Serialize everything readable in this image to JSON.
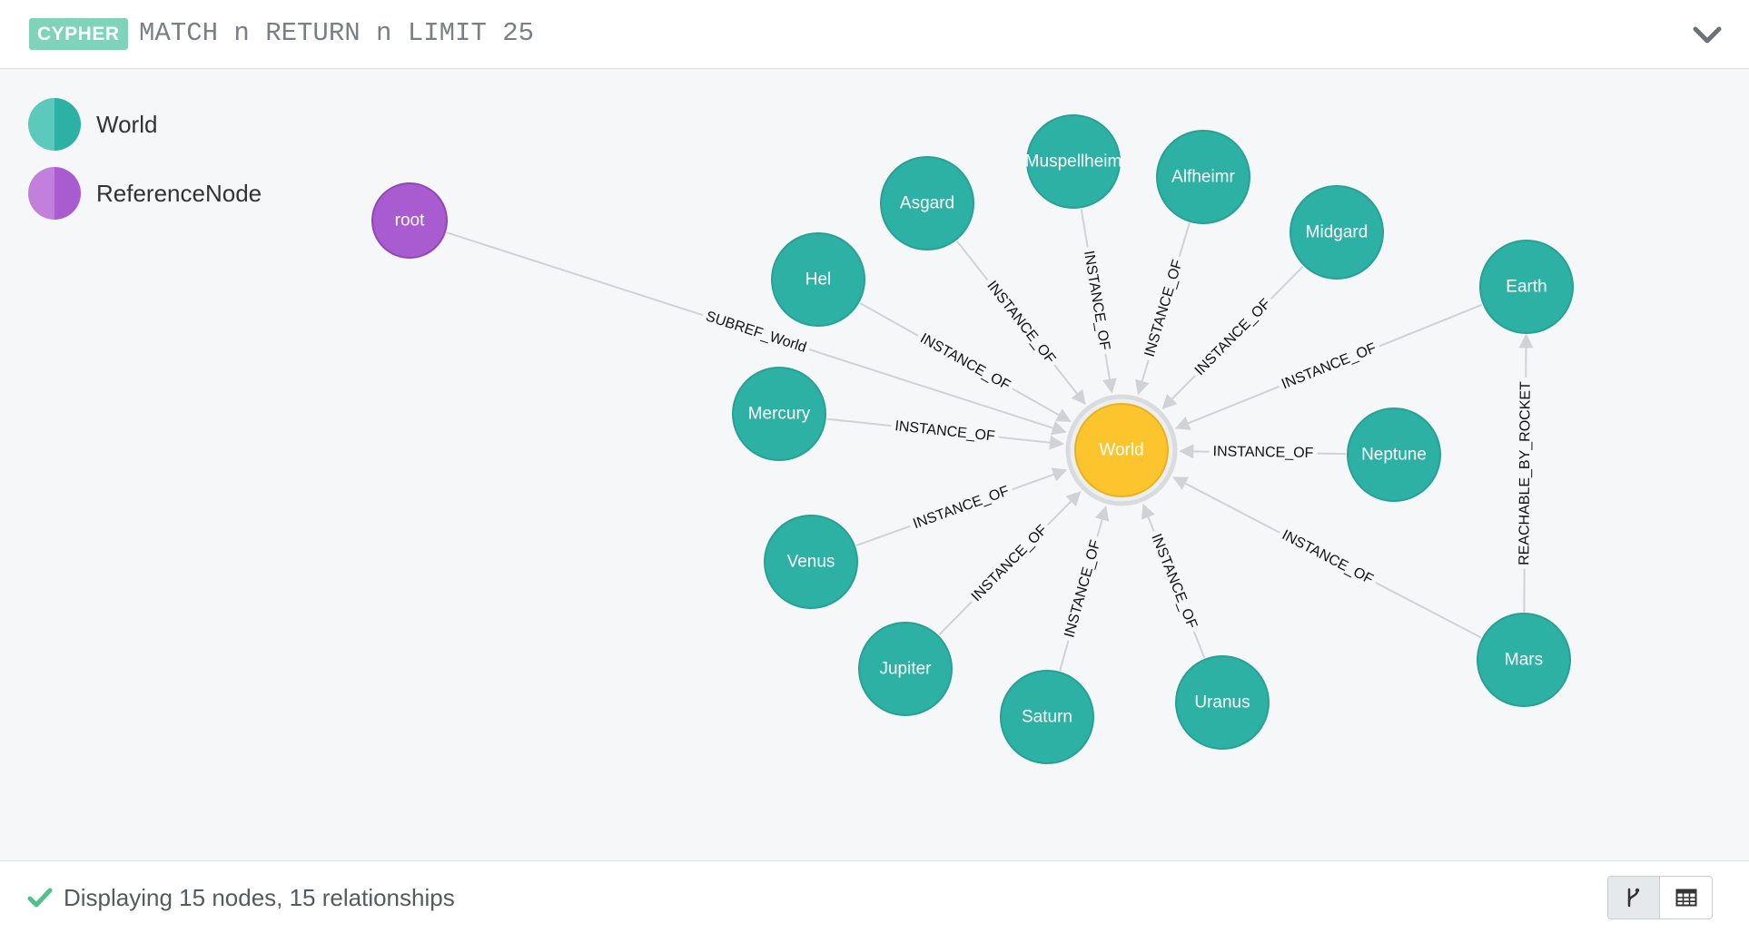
{
  "header": {
    "badge": "CYPHER",
    "query": "MATCH n RETURN n LIMIT 25",
    "collapse_icon": "chevron-down-icon"
  },
  "legend": {
    "items": [
      {
        "label": "World",
        "color_light": "#5cc9bd",
        "color_dark": "#2eb1a5"
      },
      {
        "label": "ReferenceNode",
        "color_light": "#c27fdb",
        "color_dark": "#a95bd0"
      }
    ]
  },
  "colors": {
    "world_node": "#2eb1a5",
    "world_node_stroke": "#28a095",
    "reference_node": "#a95bd0",
    "reference_node_stroke": "#9247b9",
    "selected_node": "#fcc52d",
    "selected_ring": "#d9dcdf",
    "edge": "#cfd3d6",
    "accent_check": "#52c08c"
  },
  "graph": {
    "nodes": [
      {
        "id": "root",
        "label": "root",
        "type": "ReferenceNode"
      },
      {
        "id": "world",
        "label": "World",
        "type": "World",
        "selected": true
      },
      {
        "id": "muspellheim",
        "label": "Muspellheim",
        "type": "World"
      },
      {
        "id": "alfheimr",
        "label": "Alfheimr",
        "type": "World"
      },
      {
        "id": "asgard",
        "label": "Asgard",
        "type": "World"
      },
      {
        "id": "midgard",
        "label": "Midgard",
        "type": "World"
      },
      {
        "id": "hel",
        "label": "Hel",
        "type": "World"
      },
      {
        "id": "earth",
        "label": "Earth",
        "type": "World"
      },
      {
        "id": "mercury",
        "label": "Mercury",
        "type": "World"
      },
      {
        "id": "neptune",
        "label": "Neptune",
        "type": "World"
      },
      {
        "id": "venus",
        "label": "Venus",
        "type": "World"
      },
      {
        "id": "jupiter",
        "label": "Jupiter",
        "type": "World"
      },
      {
        "id": "saturn",
        "label": "Saturn",
        "type": "World"
      },
      {
        "id": "uranus",
        "label": "Uranus",
        "type": "World"
      },
      {
        "id": "mars",
        "label": "Mars",
        "type": "World"
      }
    ],
    "relationships": [
      {
        "from": "root",
        "to": "world",
        "type": "SUBREF_World"
      },
      {
        "from": "asgard",
        "to": "world",
        "type": "INSTANCE_OF"
      },
      {
        "from": "muspellheim",
        "to": "world",
        "type": "INSTANCE_OF"
      },
      {
        "from": "alfheimr",
        "to": "world",
        "type": "INSTANCE_OF"
      },
      {
        "from": "midgard",
        "to": "world",
        "type": "INSTANCE_OF"
      },
      {
        "from": "hel",
        "to": "world",
        "type": "INSTANCE_OF"
      },
      {
        "from": "earth",
        "to": "world",
        "type": "INSTANCE_OF"
      },
      {
        "from": "mercury",
        "to": "world",
        "type": "INSTANCE_OF"
      },
      {
        "from": "neptune",
        "to": "world",
        "type": "INSTANCE_OF"
      },
      {
        "from": "venus",
        "to": "world",
        "type": "INSTANCE_OF"
      },
      {
        "from": "jupiter",
        "to": "world",
        "type": "INSTANCE_OF"
      },
      {
        "from": "saturn",
        "to": "world",
        "type": "INSTANCE_OF"
      },
      {
        "from": "uranus",
        "to": "world",
        "type": "INSTANCE_OF"
      },
      {
        "from": "mars",
        "to": "world",
        "type": "INSTANCE_OF"
      },
      {
        "from": "mars",
        "to": "earth",
        "type": "REACHABLE_BY_ROCKET"
      }
    ]
  },
  "footer": {
    "status_icon": "checkmark-icon",
    "status": "Displaying 15 nodes, 15 relationships",
    "views": [
      {
        "name": "graph-view",
        "icon": "graph-icon",
        "active": true
      },
      {
        "name": "table-view",
        "icon": "table-icon",
        "active": false
      }
    ]
  }
}
